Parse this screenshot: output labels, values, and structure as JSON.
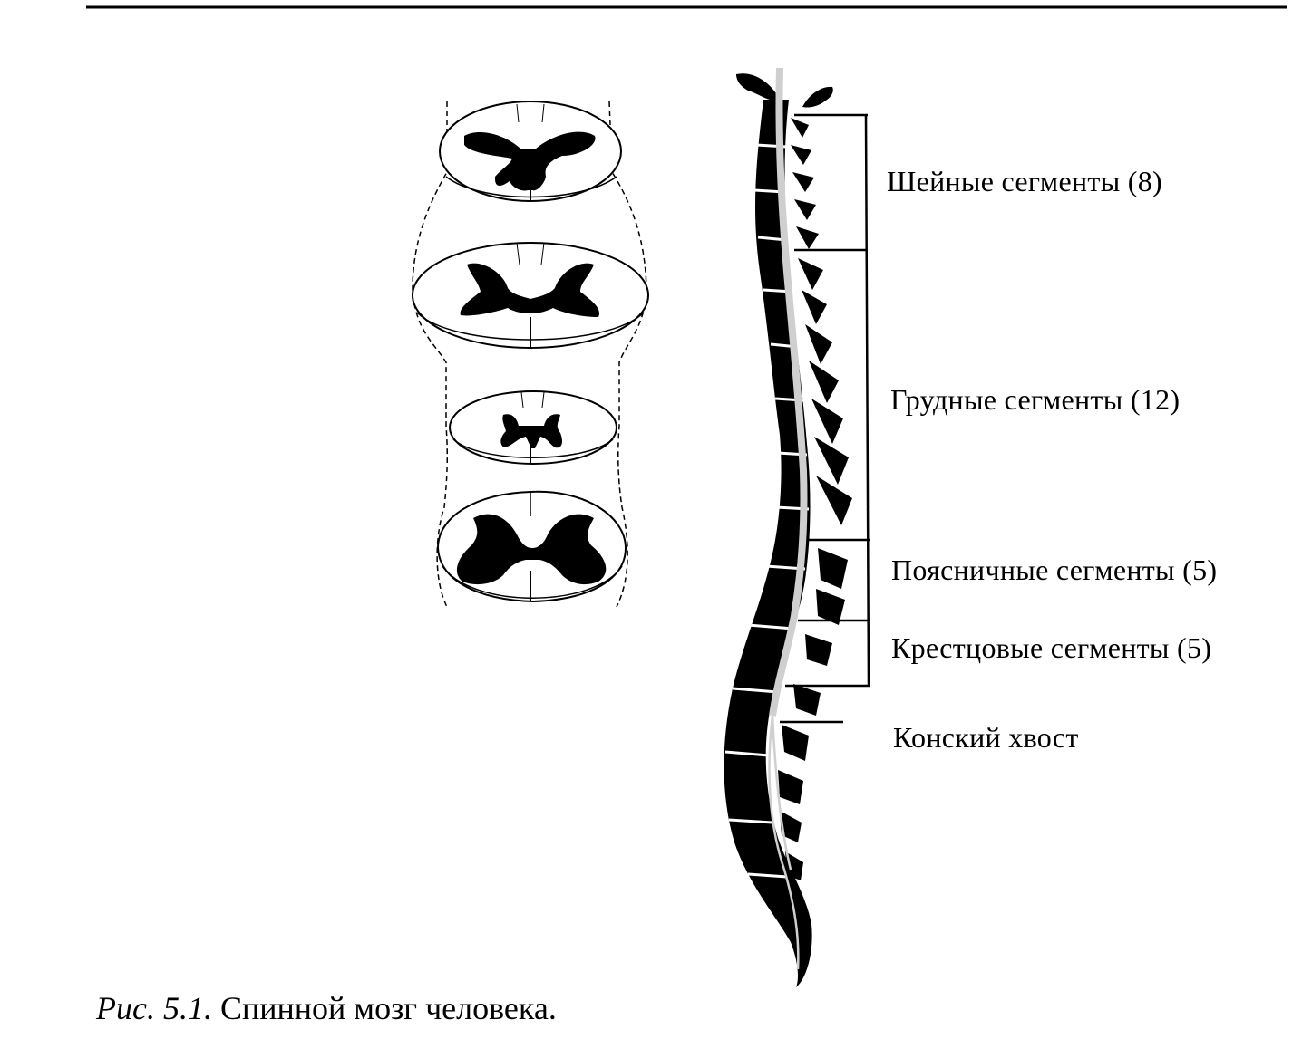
{
  "labels": {
    "cervical": "Шейные сегменты (8)",
    "thoracic": "Грудные сегменты (12)",
    "lumbar": "Поясничные сегменты (5)",
    "sacral": "Крестцовые сегменты (5)",
    "cauda": "Конский хвост"
  },
  "caption": {
    "figure_number": "Рис. 5.1.",
    "text": "Спинной мозг человека."
  },
  "colors": {
    "ink": "#000000",
    "paper": "#ffffff",
    "cord": "#cfcfcf"
  }
}
